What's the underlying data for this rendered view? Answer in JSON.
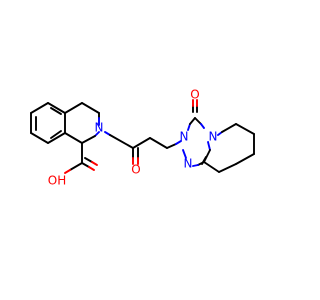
{
  "molecule": {
    "atoms": {
      "N_isoquinoline": "N",
      "O_ketone": "O",
      "O_acid_hydroxyl": "OH",
      "O_lactam": "O",
      "N_triazole_1": "N",
      "N_triazole_2": "N",
      "N_triazole_3": "N"
    },
    "colors": {
      "carbon_bonds": "#000000",
      "nitrogen": "#0000ff",
      "oxygen": "#ff0000",
      "background": "#ffffff"
    }
  }
}
